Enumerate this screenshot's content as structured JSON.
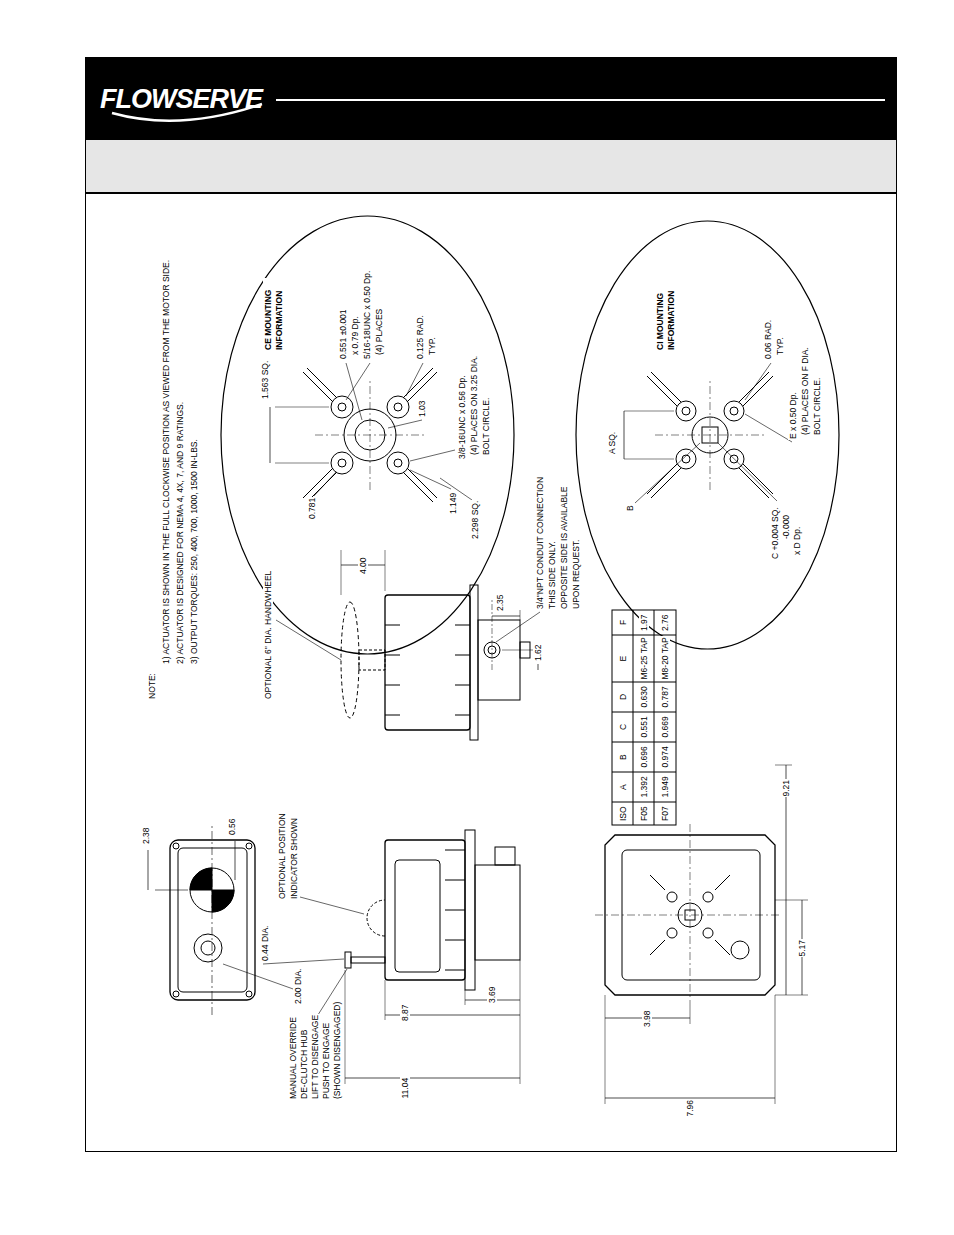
{
  "diagram": {
    "nodes": [
      {
        "text": [
          "CE MOUNTING INFORMATION"
        ]
      },
      {
        "text": [
          "CI MOUNTING INFORMATION"
        ]
      }
    ],
    "labels": [
      "FLOWSERVE",
      "NOTE:",
      "1) ACTUATOR IS SHOWN IN THE FULL CLOCKWISE POSITION AS VIEWED FROM THE MOTOR SIDE.",
      "2) ACTUATOR IS DESIGNED FOR NEMA 4, 4X, 7, AND 9 RATINGS.",
      "3) OUTPUT TORQUES: 250, 400, 700, 1000, 1500 IN-LBS.",
      "2.38",
      "0.56",
      "0.44 DIA.",
      "2.00 DIA.",
      "OPTIONAL POSITION",
      "INDICATOR SHOWN",
      "MANUAL OVERRIDE",
      "DE-CLUTCH HUB",
      "LIFT TO DISENGAGE",
      "PUSH TO ENGAGE",
      "(SHOWN DISENGAGED)",
      "11.04",
      "8.87",
      "3.69",
      "OPTIONAL 6\" DIA. HANDWHEEL",
      "4.00",
      "2.35",
      "1.62",
      "3/4\"NPT CONDUIT CONNECTION",
      "THIS SIDE ONLY.",
      "OPPOSITE SIDE IS AVAILABLE",
      "UPON REQUEST.",
      "1.563 SQ.",
      "0.551 ±0.001",
      "x 0.79 Dp.",
      "5/16-18UNC x 0.50 Dp.",
      "(4) PLACES",
      "0.125 RAD.",
      "TYP.",
      "1.03",
      "0.781",
      "1.149",
      "2.298 SQ.",
      "3/8-16UNC x 0.56 Dp.",
      "(4) PLACES ON 3.25 DIA.",
      "BOLT CIRCLE.",
      "A SQ.",
      "B",
      "0.06 RAD.",
      "TYP.",
      "C +0.004 SQ.",
      "-0.000",
      "x D Dp.",
      "E x 0.50 Dp.",
      "(4) PLACES ON F DIA.",
      "BOLT CIRCLE.",
      "ISO",
      "A",
      "B",
      "C",
      "D",
      "E",
      "F",
      "F05",
      "1.392",
      "0.696",
      "0.551",
      "0.630",
      "M6-25 TAP",
      "1.97",
      "F07",
      "1.949",
      "0.974",
      "0.669",
      "0.787",
      "M8-20 TAP",
      "2.76",
      "7.96",
      "3.98",
      "5.17",
      "9.21"
    ]
  }
}
